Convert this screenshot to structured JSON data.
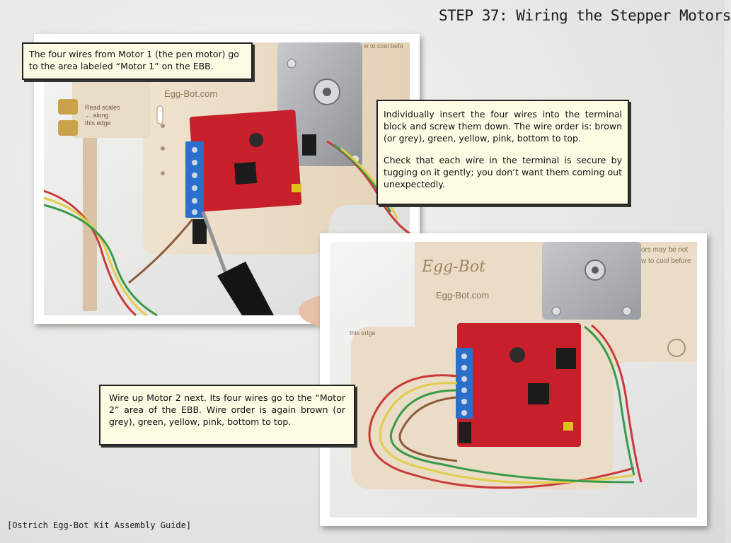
{
  "header": {
    "step_title": "STEP 37: Wiring the Stepper Motors"
  },
  "callouts": {
    "motor1": "The four wires from Motor 1 (the pen motor) go to the area labeled “Motor 1” on the EBB.",
    "insert_para1": "Individually insert the four wires into the terminal block and screw them down. The wire order is: brown (or grey), green, yellow, pink, bottom to top.",
    "insert_para2": "Check that each wire in the terminal is secure by tugging on it gently; you don’t want them coming out unexpectedly.",
    "motor2": "Wire up Motor 2 next. Its four wires go to the “Motor 2” area of the EBB. Wire order is again brown (or grey), green, yellow, pink, bottom to top."
  },
  "photo_top": {
    "board_label": "Egg-Bot.com",
    "scale_label": "Read scales\n← along\nthis edge",
    "corner_text": "w to cool befo"
  },
  "photo_bottom": {
    "logo_text": "Egg-Bot",
    "board_label": "Egg-Bot.com",
    "corner_text_1": "ors may be not",
    "corner_text_2": "w to cool before",
    "edge_text": "this edge"
  },
  "footer": {
    "text": "[Ostrich Egg-Bot Kit Assembly Guide]"
  },
  "colors": {
    "pcb_red": "#c8202a",
    "terminal_blue": "#2a6fc9",
    "plywood": "#e8d9c2",
    "motor_gray": "#a9adb0",
    "callout_bg": "#fdfbe4"
  }
}
